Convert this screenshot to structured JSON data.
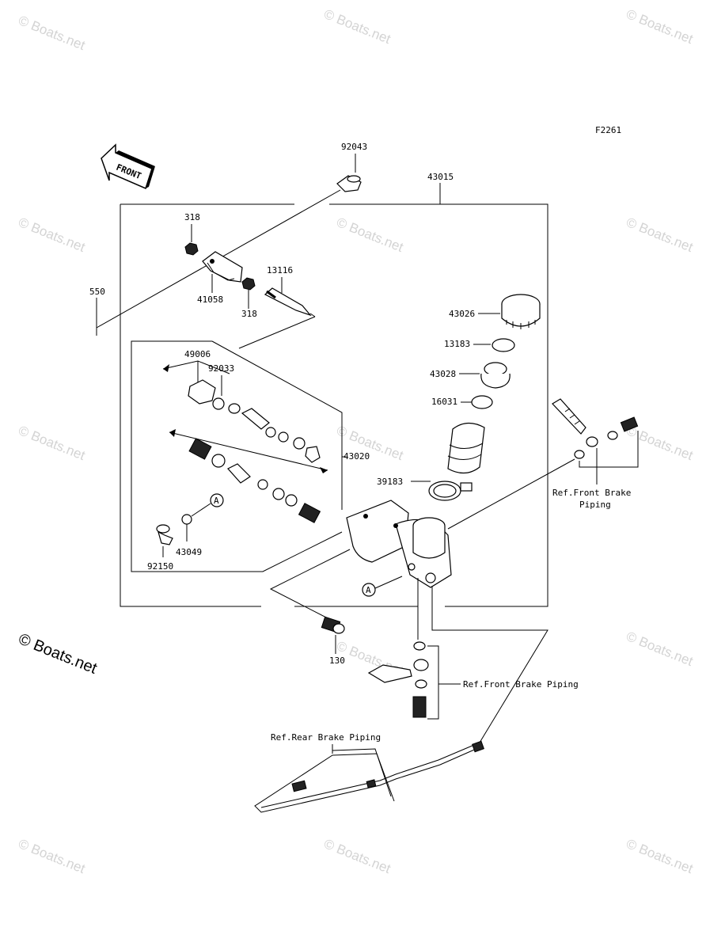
{
  "figure_code": "F2261",
  "front_label": "FRONT",
  "callout_letter": "A",
  "watermark": "© Boats.net",
  "parts": {
    "p92043": "92043",
    "p43015": "43015",
    "p318a": "318",
    "p318b": "318",
    "p41058": "41058",
    "p13116": "13116",
    "p550": "550",
    "p43026": "43026",
    "p13183": "13183",
    "p43028": "43028",
    "p16031": "16031",
    "p49006": "49006",
    "p92033": "92033",
    "p43020": "43020",
    "p39183": "39183",
    "p43049": "43049",
    "p92150": "92150",
    "p130": "130"
  },
  "refs": {
    "front_brake_1_line1": "Ref.Front Brake",
    "front_brake_1_line2": "Piping",
    "front_brake_2": "Ref.Front Brake Piping",
    "rear_brake": "Ref.Rear Brake Piping"
  }
}
